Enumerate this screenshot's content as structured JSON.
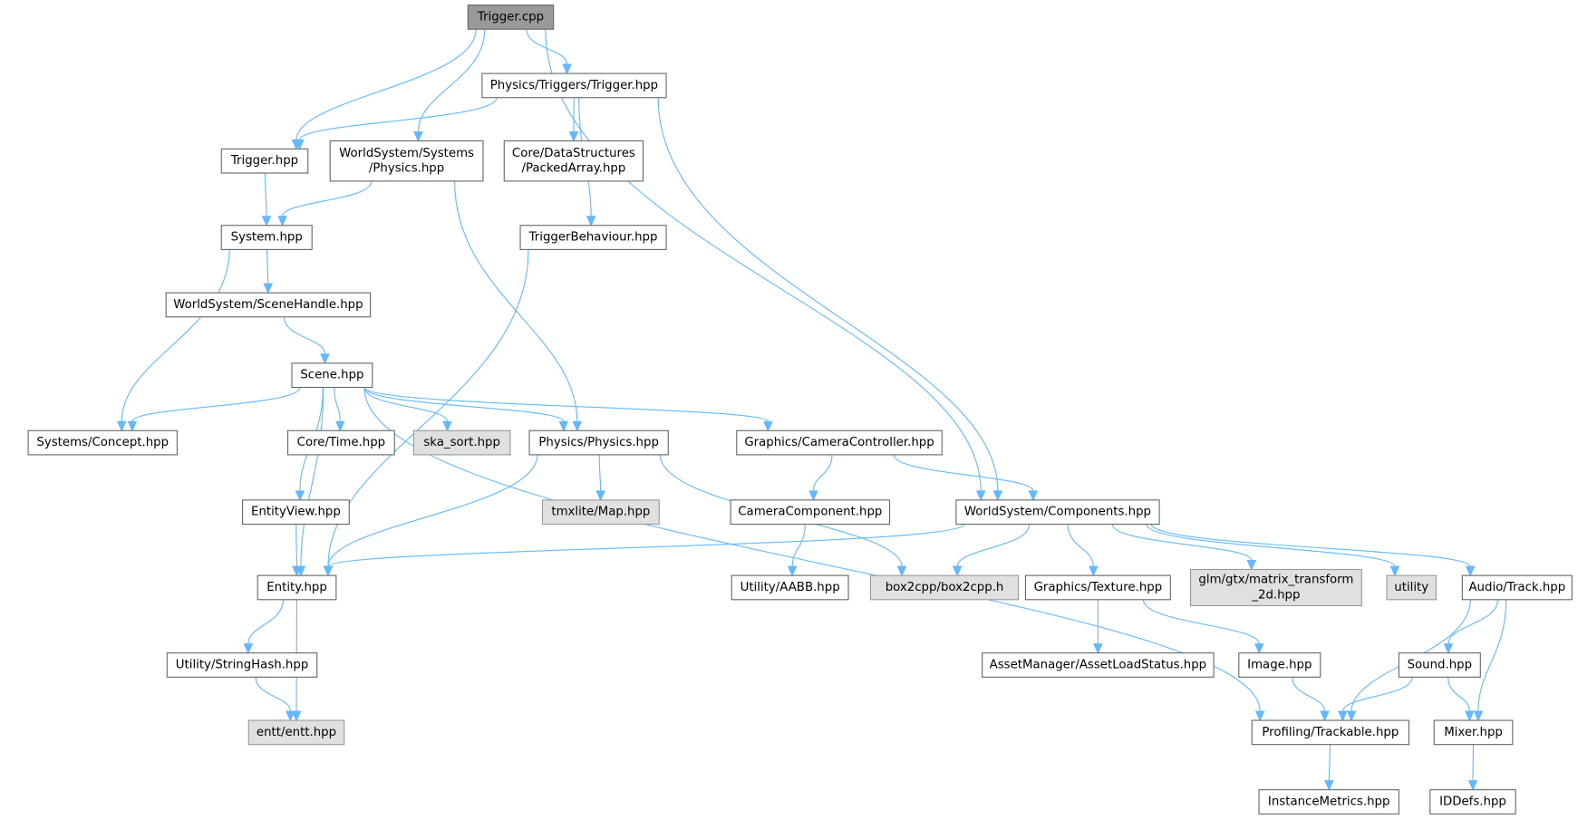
{
  "graph": {
    "nodes": [
      {
        "id": "trigger_cpp",
        "lines": [
          "Trigger.cpp"
        ],
        "kind": "root"
      },
      {
        "id": "phys_trig_hpp",
        "lines": [
          "Physics/Triggers/Trigger.hpp"
        ],
        "kind": "normal"
      },
      {
        "id": "trigger_hpp",
        "lines": [
          "Trigger.hpp"
        ],
        "kind": "normal"
      },
      {
        "id": "ws_phys_hpp",
        "lines": [
          "WorldSystem/Systems",
          "/Physics.hpp"
        ],
        "kind": "normal"
      },
      {
        "id": "packed_hpp",
        "lines": [
          "Core/DataStructures",
          "/PackedArray.hpp"
        ],
        "kind": "normal"
      },
      {
        "id": "system_hpp",
        "lines": [
          "System.hpp"
        ],
        "kind": "normal"
      },
      {
        "id": "trigbeh_hpp",
        "lines": [
          "TriggerBehaviour.hpp"
        ],
        "kind": "normal"
      },
      {
        "id": "scenehandle_hpp",
        "lines": [
          "WorldSystem/SceneHandle.hpp"
        ],
        "kind": "normal"
      },
      {
        "id": "scene_hpp",
        "lines": [
          "Scene.hpp"
        ],
        "kind": "normal"
      },
      {
        "id": "concept_hpp",
        "lines": [
          "Systems/Concept.hpp"
        ],
        "kind": "normal"
      },
      {
        "id": "time_hpp",
        "lines": [
          "Core/Time.hpp"
        ],
        "kind": "normal"
      },
      {
        "id": "ska_hpp",
        "lines": [
          "ska_sort.hpp"
        ],
        "kind": "ext"
      },
      {
        "id": "physics_hpp",
        "lines": [
          "Physics/Physics.hpp"
        ],
        "kind": "normal"
      },
      {
        "id": "camctrl_hpp",
        "lines": [
          "Graphics/CameraController.hpp"
        ],
        "kind": "normal"
      },
      {
        "id": "entityview_hpp",
        "lines": [
          "EntityView.hpp"
        ],
        "kind": "normal"
      },
      {
        "id": "tmx_hpp",
        "lines": [
          "tmxlite/Map.hpp"
        ],
        "kind": "ext"
      },
      {
        "id": "camcomp_hpp",
        "lines": [
          "CameraComponent.hpp"
        ],
        "kind": "normal"
      },
      {
        "id": "components_hpp",
        "lines": [
          "WorldSystem/Components.hpp"
        ],
        "kind": "normal"
      },
      {
        "id": "entity_hpp",
        "lines": [
          "Entity.hpp"
        ],
        "kind": "normal"
      },
      {
        "id": "aabb_hpp",
        "lines": [
          "Utility/AABB.hpp"
        ],
        "kind": "normal"
      },
      {
        "id": "box2_h",
        "lines": [
          "box2cpp/box2cpp.h"
        ],
        "kind": "ext"
      },
      {
        "id": "texture_hpp",
        "lines": [
          "Graphics/Texture.hpp"
        ],
        "kind": "normal"
      },
      {
        "id": "glm_hpp",
        "lines": [
          "glm/gtx/matrix_transform",
          "_2d.hpp"
        ],
        "kind": "ext"
      },
      {
        "id": "utility",
        "lines": [
          "utility"
        ],
        "kind": "ext"
      },
      {
        "id": "track_hpp",
        "lines": [
          "Audio/Track.hpp"
        ],
        "kind": "normal"
      },
      {
        "id": "stringhash_hpp",
        "lines": [
          "Utility/StringHash.hpp"
        ],
        "kind": "normal"
      },
      {
        "id": "assetload_hpp",
        "lines": [
          "AssetManager/AssetLoadStatus.hpp"
        ],
        "kind": "normal"
      },
      {
        "id": "image_hpp",
        "lines": [
          "Image.hpp"
        ],
        "kind": "normal"
      },
      {
        "id": "sound_hpp",
        "lines": [
          "Sound.hpp"
        ],
        "kind": "normal"
      },
      {
        "id": "entt_hpp",
        "lines": [
          "entt/entt.hpp"
        ],
        "kind": "ext"
      },
      {
        "id": "trackable_hpp",
        "lines": [
          "Profiling/Trackable.hpp"
        ],
        "kind": "normal"
      },
      {
        "id": "mixer_hpp",
        "lines": [
          "Mixer.hpp"
        ],
        "kind": "normal"
      },
      {
        "id": "instmetrics_hpp",
        "lines": [
          "InstanceMetrics.hpp"
        ],
        "kind": "normal"
      },
      {
        "id": "iddefs_hpp",
        "lines": [
          "IDDefs.hpp"
        ],
        "kind": "normal"
      }
    ],
    "edges": [
      [
        "trigger_cpp",
        "trigger_hpp"
      ],
      [
        "trigger_cpp",
        "ws_phys_hpp"
      ],
      [
        "trigger_cpp",
        "phys_trig_hpp"
      ],
      [
        "trigger_cpp",
        "components_hpp"
      ],
      [
        "phys_trig_hpp",
        "trigger_hpp"
      ],
      [
        "phys_trig_hpp",
        "packed_hpp"
      ],
      [
        "phys_trig_hpp",
        "trigbeh_hpp"
      ],
      [
        "phys_trig_hpp",
        "components_hpp"
      ],
      [
        "trigger_hpp",
        "system_hpp"
      ],
      [
        "ws_phys_hpp",
        "system_hpp"
      ],
      [
        "ws_phys_hpp",
        "physics_hpp"
      ],
      [
        "system_hpp",
        "scenehandle_hpp"
      ],
      [
        "system_hpp",
        "concept_hpp"
      ],
      [
        "trigbeh_hpp",
        "entity_hpp"
      ],
      [
        "scenehandle_hpp",
        "scene_hpp"
      ],
      [
        "scene_hpp",
        "concept_hpp"
      ],
      [
        "scene_hpp",
        "time_hpp"
      ],
      [
        "scene_hpp",
        "ska_hpp"
      ],
      [
        "scene_hpp",
        "physics_hpp"
      ],
      [
        "scene_hpp",
        "camctrl_hpp"
      ],
      [
        "scene_hpp",
        "entityview_hpp"
      ],
      [
        "scene_hpp",
        "entity_hpp"
      ],
      [
        "scene_hpp",
        "trackable_hpp"
      ],
      [
        "physics_hpp",
        "entity_hpp"
      ],
      [
        "physics_hpp",
        "tmx_hpp"
      ],
      [
        "physics_hpp",
        "box2_h"
      ],
      [
        "camctrl_hpp",
        "camcomp_hpp"
      ],
      [
        "camctrl_hpp",
        "components_hpp"
      ],
      [
        "camcomp_hpp",
        "aabb_hpp"
      ],
      [
        "components_hpp",
        "entity_hpp"
      ],
      [
        "components_hpp",
        "box2_h"
      ],
      [
        "components_hpp",
        "texture_hpp"
      ],
      [
        "components_hpp",
        "glm_hpp"
      ],
      [
        "components_hpp",
        "utility"
      ],
      [
        "components_hpp",
        "track_hpp"
      ],
      [
        "entityview_hpp",
        "entity_hpp"
      ],
      [
        "entity_hpp",
        "stringhash_hpp"
      ],
      [
        "entity_hpp",
        "entt_hpp"
      ],
      [
        "stringhash_hpp",
        "entt_hpp"
      ],
      [
        "texture_hpp",
        "assetload_hpp"
      ],
      [
        "texture_hpp",
        "image_hpp"
      ],
      [
        "image_hpp",
        "trackable_hpp"
      ],
      [
        "track_hpp",
        "trackable_hpp"
      ],
      [
        "track_hpp",
        "sound_hpp"
      ],
      [
        "track_hpp",
        "mixer_hpp"
      ],
      [
        "sound_hpp",
        "trackable_hpp"
      ],
      [
        "sound_hpp",
        "mixer_hpp"
      ],
      [
        "trackable_hpp",
        "instmetrics_hpp"
      ],
      [
        "mixer_hpp",
        "iddefs_hpp"
      ]
    ]
  }
}
